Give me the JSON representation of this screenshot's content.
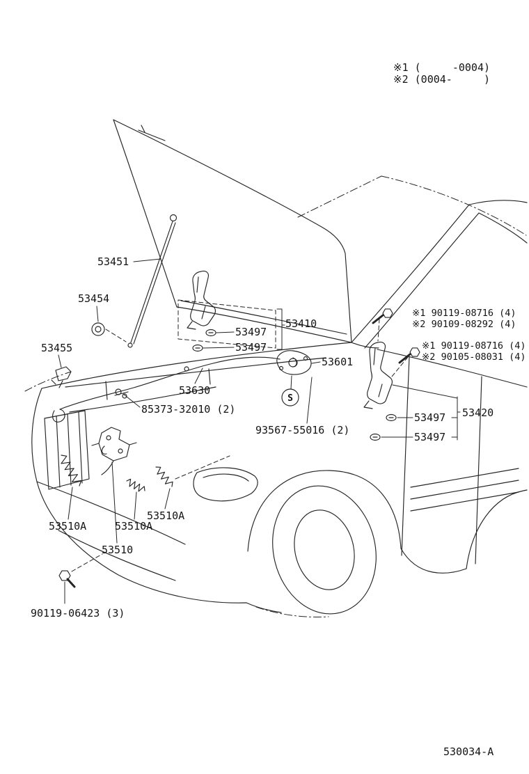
{
  "diagram": {
    "notes": {
      "range1": "※1 (     -0004)",
      "range2": "※2 (0004-     )"
    },
    "code": "530034-A",
    "s_marker": "S",
    "callouts": {
      "support_rod": "53451",
      "rod_grommet": "53454",
      "rod_clip": "53455",
      "cushion_lh_upper": "53497",
      "cushion_lh_lower": "53497",
      "hinge_lh": "53410",
      "hood_lock": "53601",
      "release_cable": "53630",
      "cable_clamp": "85373-32010 (2)",
      "lock_screw": "93567-55016 (2)",
      "hinge_bolt_lh_1": "※1 90119-08716 (4)",
      "hinge_bolt_lh_2": "※2 90109-08292 (4)",
      "hinge_bolt_rh_1": "※1 90119-08716 (4)",
      "hinge_bolt_rh_2": "※2 90105-08031 (4)",
      "cushion_rh_upper": "53497",
      "hinge_rh": "53420",
      "cushion_rh_lower": "53497",
      "spring_right": "53510A",
      "spring_left": "53510A",
      "spring_mid": "53510A",
      "latch_support": "53510",
      "latch_bolt": "90119-06423 (3)"
    }
  }
}
